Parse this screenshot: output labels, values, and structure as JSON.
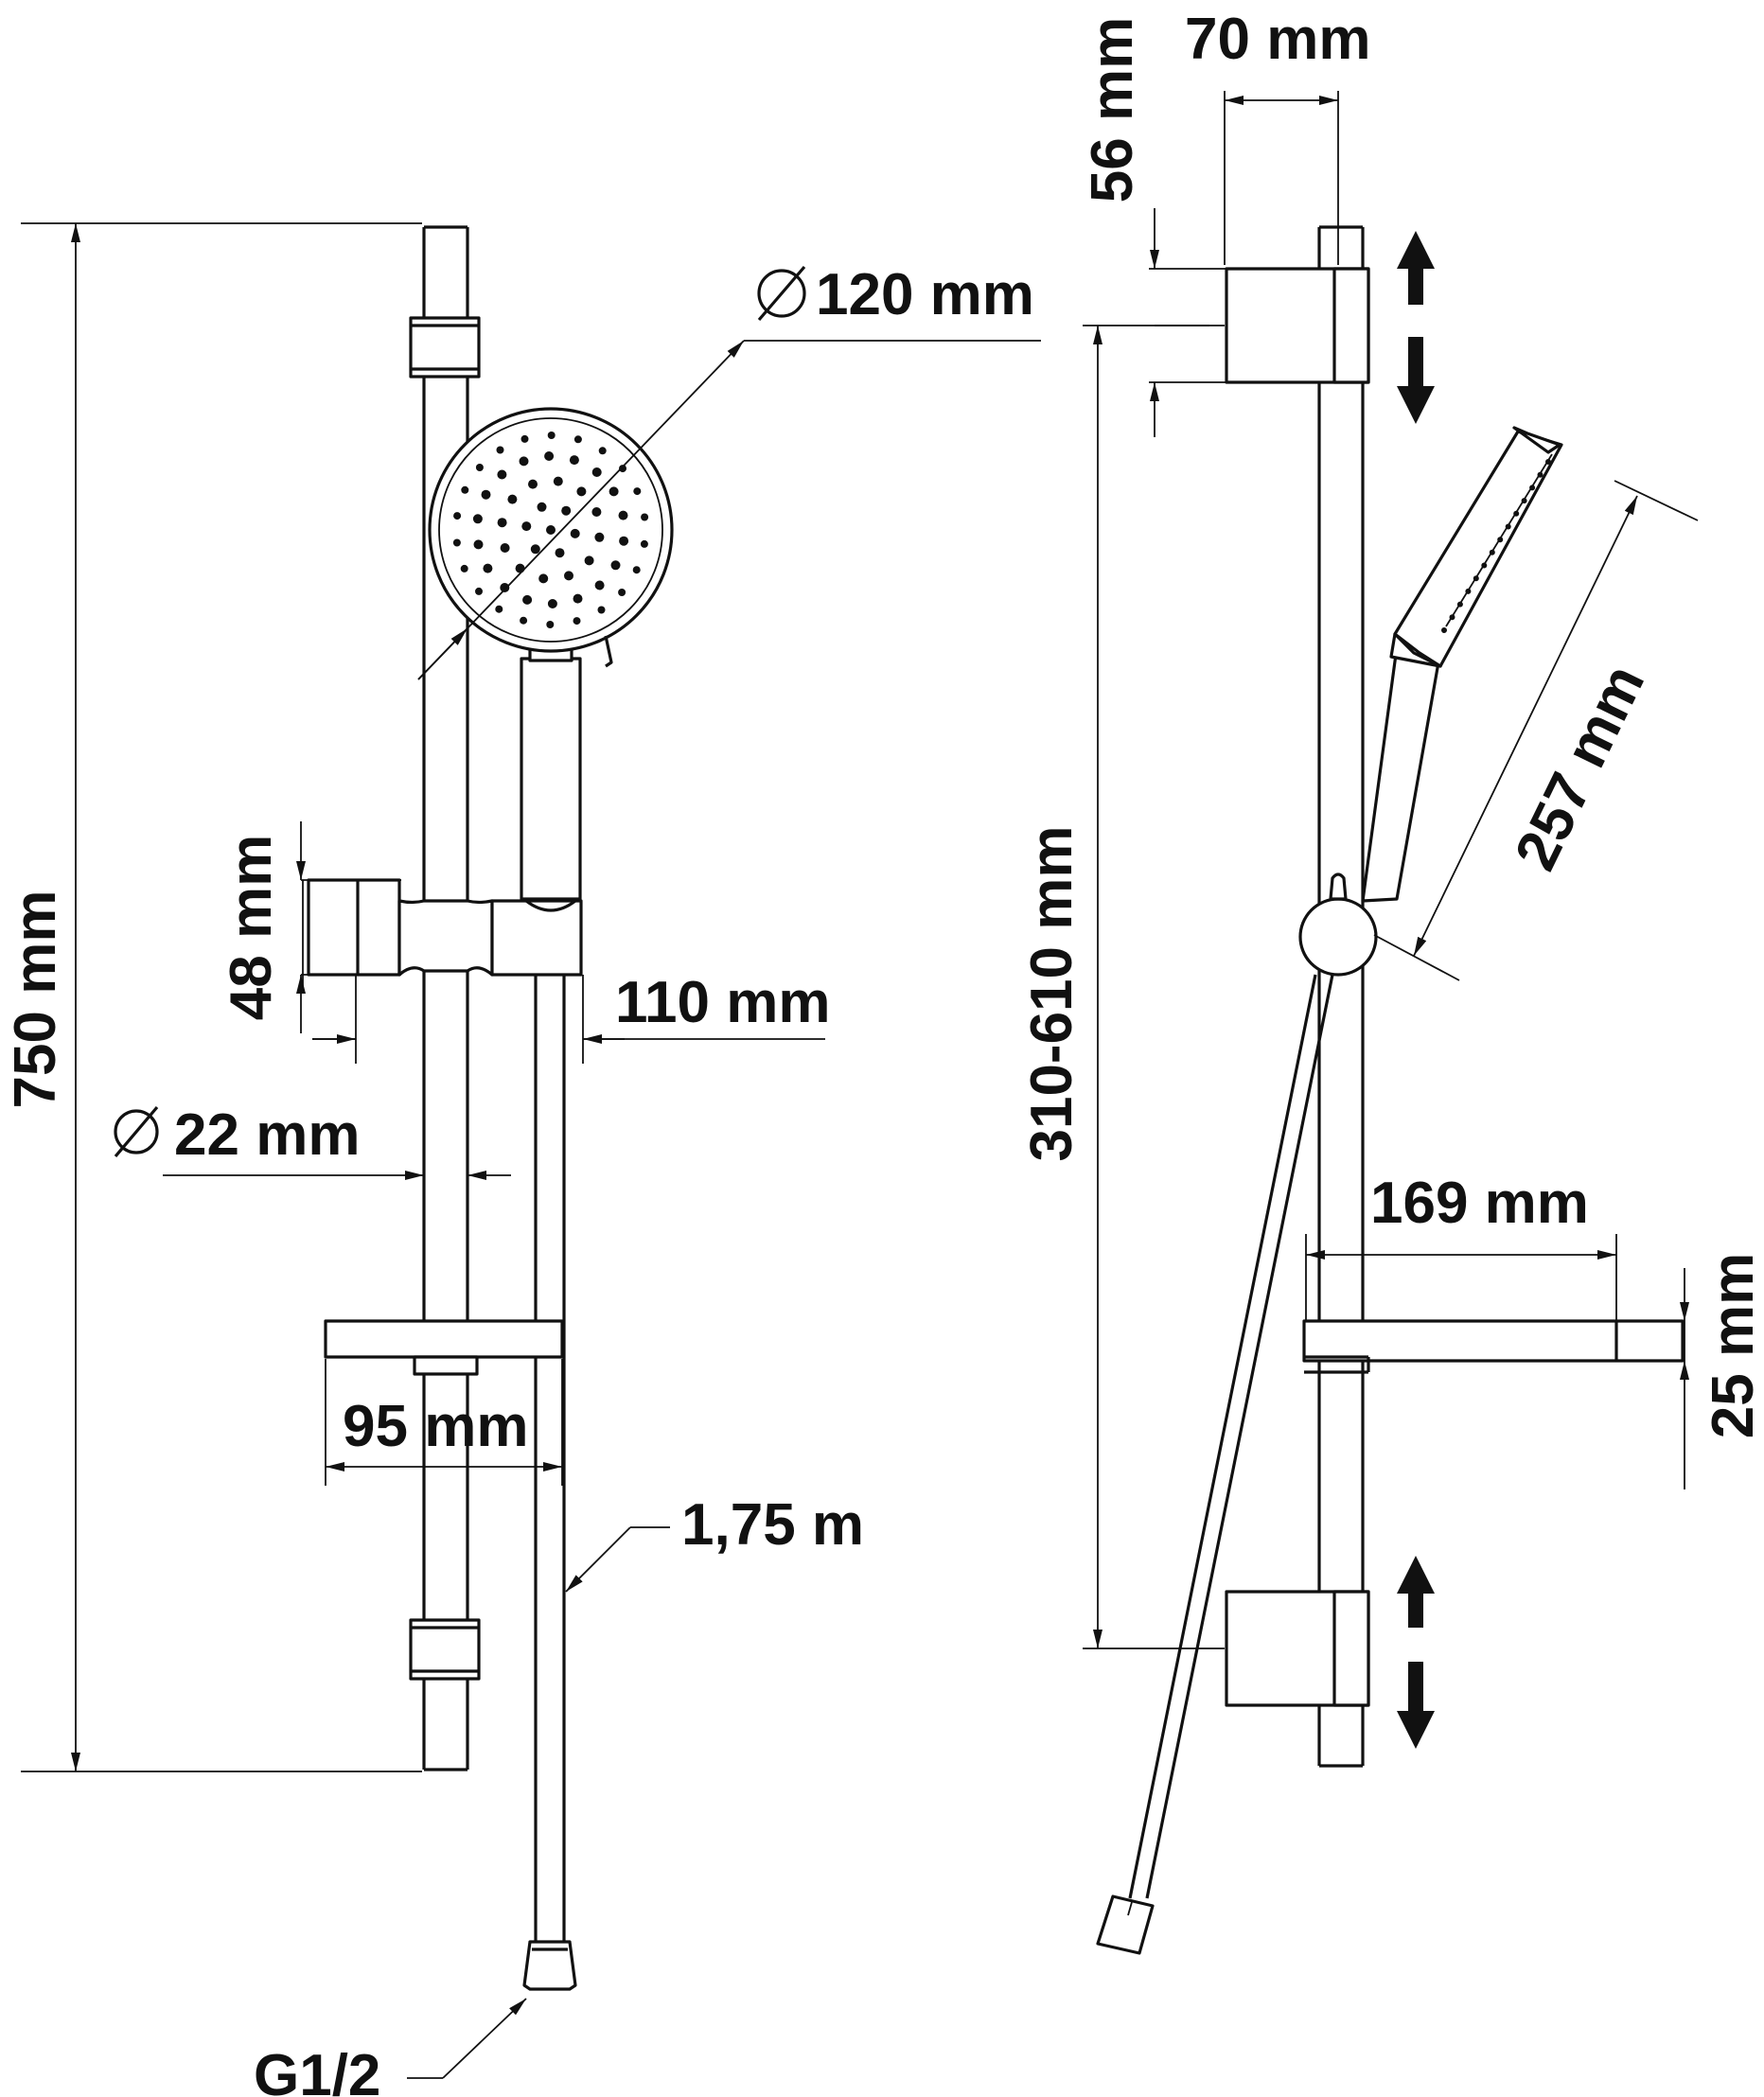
{
  "dimensions": {
    "total_height": "750 mm",
    "head_diameter": "120 mm",
    "holder_height": "48 mm",
    "holder_depth": "110 mm",
    "rail_diameter": "22 mm",
    "soap_dish_width": "95 mm",
    "hose_length": "1,75 m",
    "connection": "G1/2",
    "bracket_offset": "70 mm",
    "bracket_height": "56 mm",
    "handshower_length": "257 mm",
    "bracket_spacing": "310-610 mm",
    "soap_dish_depth": "169 mm",
    "soap_dish_height": "25 mm"
  },
  "diameter_symbol": "∅",
  "colors": {
    "line": "#111111",
    "background": "#ffffff"
  }
}
